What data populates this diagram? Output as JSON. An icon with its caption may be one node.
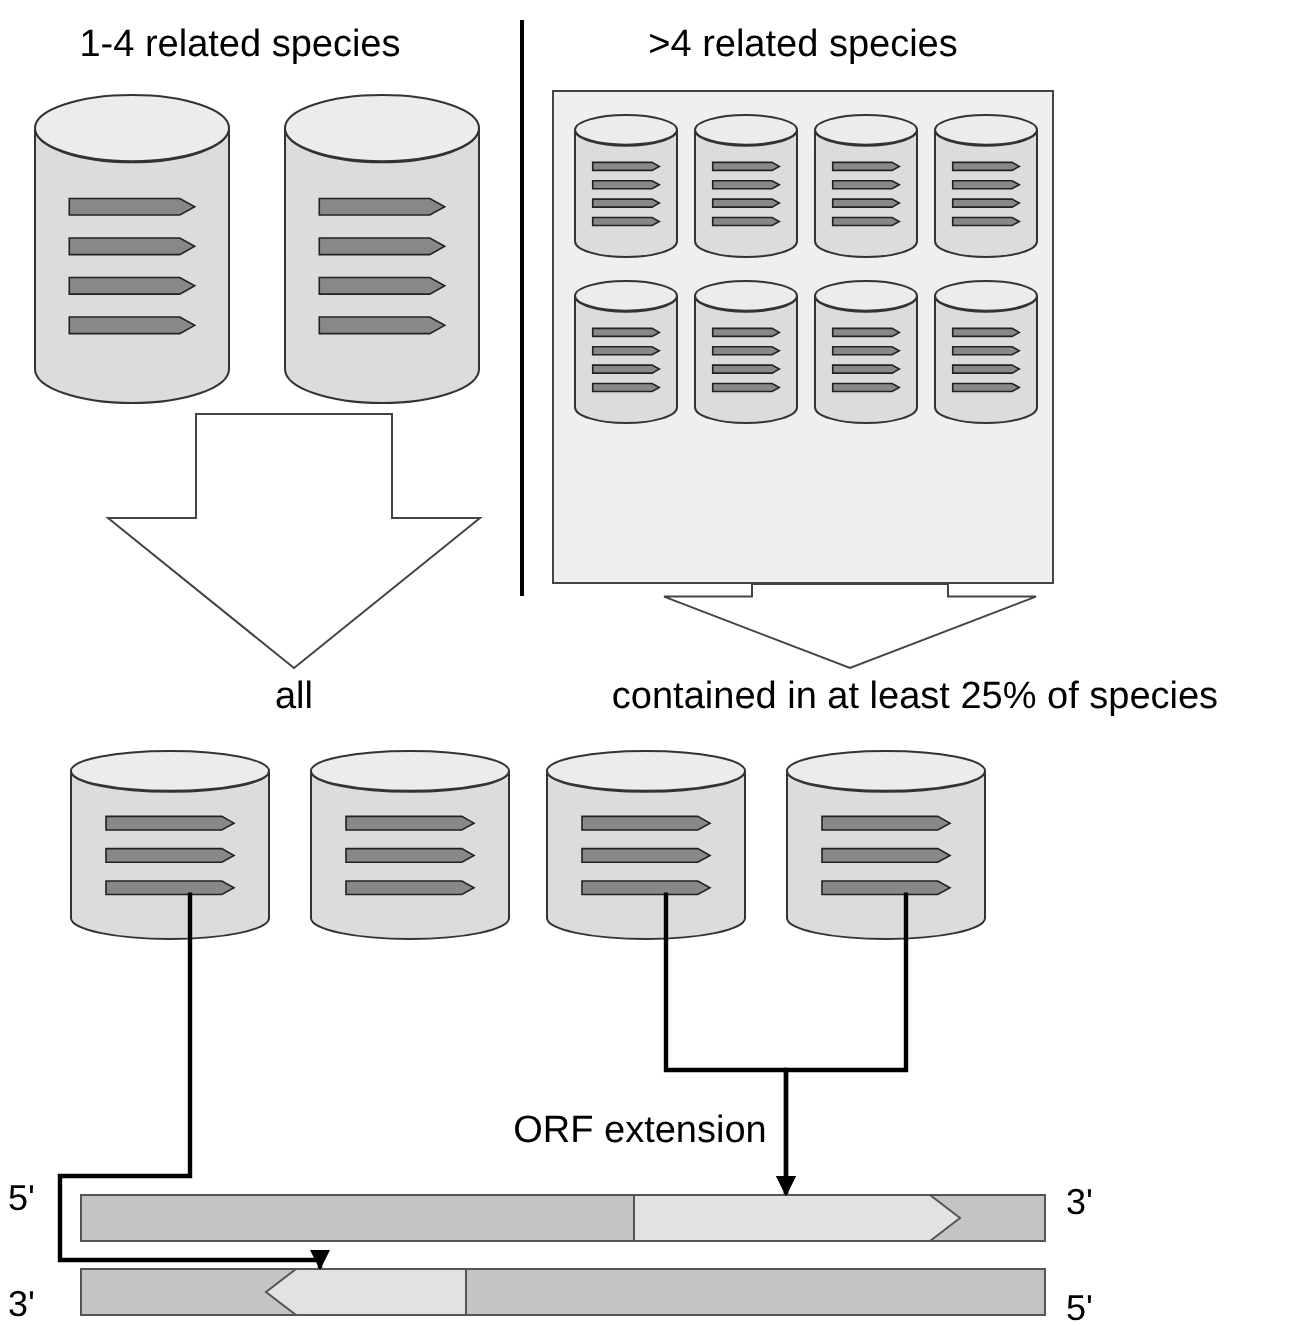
{
  "diagram": {
    "nodes": [
      {
        "text": [],
        "shape": "cylinder"
      },
      {
        "text": [],
        "shape": "cylinder"
      },
      {
        "text": [
          ">4 related species"
        ]
      },
      {
        "text": [],
        "shape": "cylinder",
        "in": 2
      },
      {
        "text": [],
        "shape": "cylinder",
        "in": 2
      },
      {
        "text": [],
        "shape": "cylinder",
        "in": 2
      },
      {
        "text": [],
        "shape": "cylinder",
        "in": 2
      },
      {
        "text": [],
        "shape": "cylinder",
        "in": 2
      },
      {
        "text": [],
        "shape": "cylinder",
        "in": 2
      },
      {
        "text": [],
        "shape": "cylinder",
        "in": 2
      },
      {
        "text": [],
        "shape": "cylinder",
        "in": 2
      },
      {
        "text": [
          "all"
        ]
      },
      {
        "text": [
          "contained in at least 25% of species"
        ]
      },
      {
        "text": [],
        "shape": "cylinder"
      },
      {
        "text": [],
        "shape": "cylinder"
      },
      {
        "text": [],
        "shape": "cylinder"
      },
      {
        "text": [],
        "shape": "cylinder"
      },
      {
        "text": [],
        "shape": "bar",
        "beside": [
          "5'",
          "3'"
        ]
      },
      {
        "text": [],
        "shape": "bar",
        "beside": [
          "3'",
          "5'"
        ]
      }
    ],
    "edges": [
      {
        "from": null,
        "to": 11,
        "arrow": "to",
        "style": "thick"
      },
      {
        "from": 2,
        "to": 12,
        "arrow": "to",
        "style": "thick"
      },
      {
        "from": 13,
        "to": 18,
        "arrow": "to"
      },
      {
        "from": 15,
        "to": 17,
        "arrow": "to"
      },
      {
        "from": 16,
        "to": 17,
        "arrow": "to"
      }
    ],
    "labels": [
      "1-4 related species",
      "ORF extension"
    ]
  }
}
